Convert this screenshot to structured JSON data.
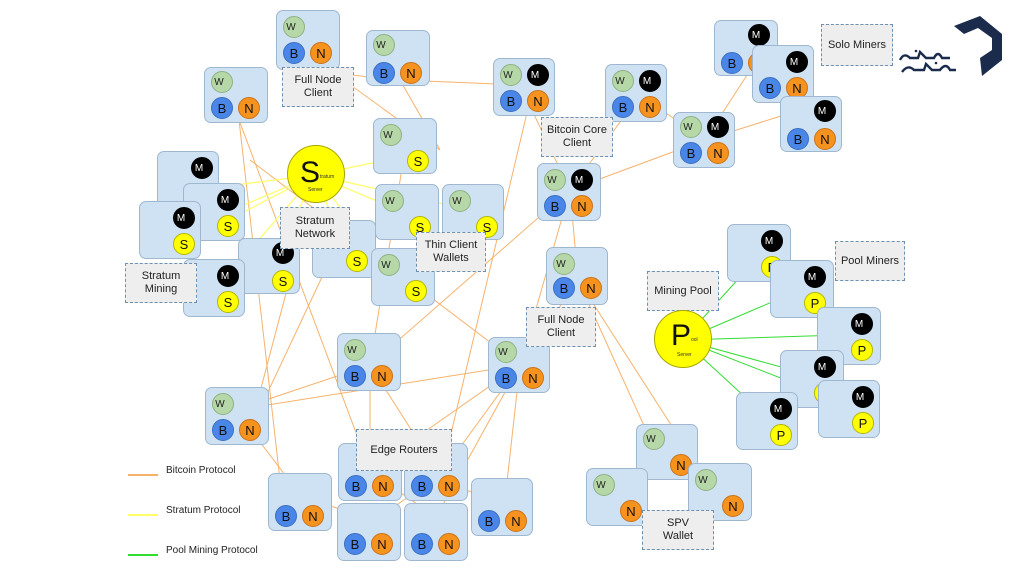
{
  "colors": {
    "bitcoin_protocol": "#f6b26b",
    "stratum_protocol": "#ffff66",
    "pool_protocol": "#33dd33",
    "node_box": "#cfe2f3",
    "wallet": "#b6d7a8",
    "blockchain": "#4a86e8",
    "network": "#f6921e",
    "miner": "#000000",
    "stratum": "#ffff00"
  },
  "glyphs": {
    "w": "W",
    "b": "B",
    "n": "N",
    "m": "M",
    "s": "S",
    "p": "P"
  },
  "labels": {
    "full_node_client_top": "Full Node\nClient",
    "solo_miners": "Solo Miners",
    "bitcoin_core_client": "Bitcoin Core\nClient",
    "stratum_network": "Stratum\nNetwork",
    "thin_client_wallets": "Thin Client\nWallets",
    "stratum_mining": "Stratum\nMining",
    "pool_miners": "Pool Miners",
    "mining_pool": "Mining Pool",
    "full_node_client_mid": "Full Node\nClient",
    "edge_routers": "Edge Routers",
    "spv_wallet": "SPV\nWallet"
  },
  "servers": {
    "stratum": {
      "letter": "S",
      "small": "tratum",
      "caption": "Server"
    },
    "pool": {
      "letter": "P",
      "small": "ool",
      "caption": "Server"
    }
  },
  "legend": [
    {
      "text": "Bitcoin Protocol",
      "color": "#f6b26b"
    },
    {
      "text": "Stratum Protocol",
      "color": "#ffff66"
    },
    {
      "text": "Pool Mining Protocol",
      "color": "#33dd33"
    }
  ]
}
